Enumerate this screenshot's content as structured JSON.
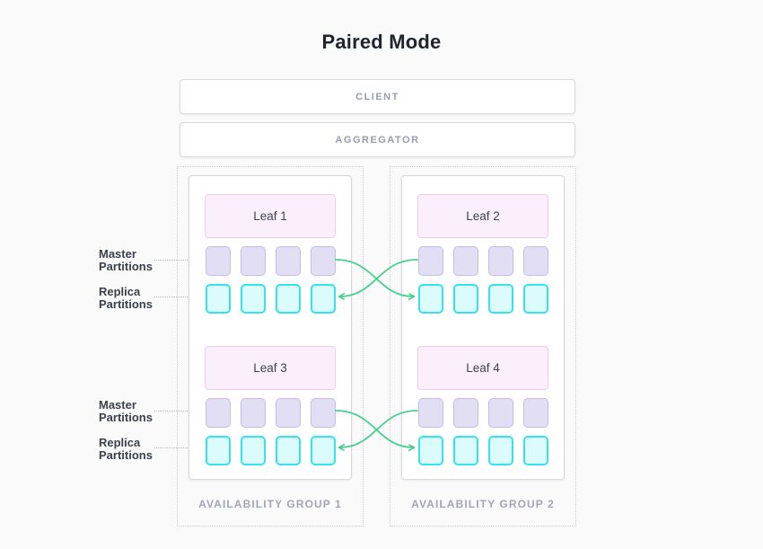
{
  "title": "Paired Mode",
  "tiers": {
    "client": "CLIENT",
    "aggregator": "AGGREGATOR"
  },
  "labels": {
    "master": "Master Partitions",
    "replica": "Replica Partitions"
  },
  "groups": [
    {
      "label": "AVAILABILITY GROUP 1",
      "leaves": [
        {
          "name": "Leaf 1"
        },
        {
          "name": "Leaf 3"
        }
      ]
    },
    {
      "label": "AVAILABILITY GROUP 2",
      "leaves": [
        {
          "name": "Leaf 2"
        },
        {
          "name": "Leaf 4"
        }
      ]
    }
  ],
  "partitions_per_row": 4,
  "replication": "master partitions of each availability group replicate to replica partitions of the paired group (crossed green arrows)",
  "colors": {
    "background": "#fafafa",
    "title_text": "#20242f",
    "box_border": "#d9dae0",
    "tier_text": "#989cb0",
    "dashed_border": "#c9cad3",
    "group_label_text": "#a2a5b8",
    "panel_border": "#d6d7dd",
    "leaf_fill": "#faeffb",
    "leaf_border": "#f2cbef",
    "leaf_text": "#3e4350",
    "master_fill": "#e2def3",
    "master_border": "#c5bde9",
    "replica_fill": "#dcfbfd",
    "replica_border": "#35e2ee",
    "label_text": "#3b404d",
    "leader": "#b4b7c3",
    "arrow": "#47cf8e"
  }
}
